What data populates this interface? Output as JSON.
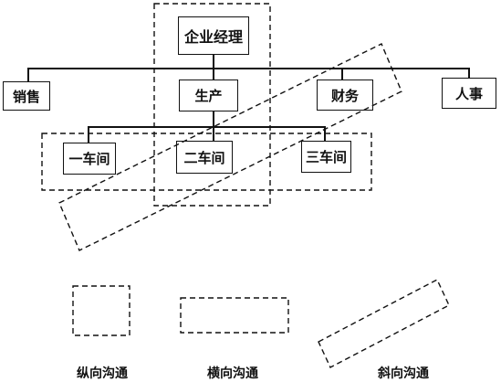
{
  "org_chart": {
    "top": "企业经理",
    "departments": [
      "销售",
      "生产",
      "财务",
      "人事"
    ],
    "workshops": [
      "一车间",
      "二车间",
      "三车间"
    ]
  },
  "legend": {
    "vertical": "纵向沟通",
    "horizontal": "横向沟通",
    "diagonal": "斜向沟通"
  }
}
